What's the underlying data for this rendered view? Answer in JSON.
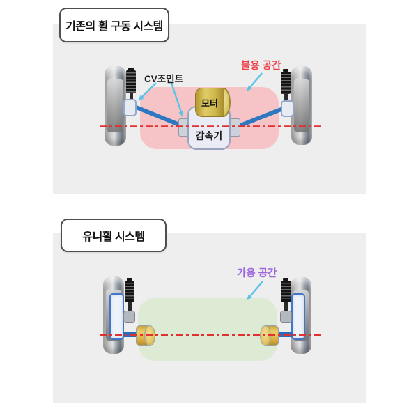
{
  "top_section": {
    "title": "기존의 휠 구동 시스템",
    "labels": {
      "cv_joint": "CV조인트",
      "motor": "모터",
      "reducer": "감속기",
      "dead_space": "불용 공간"
    },
    "colors": {
      "panel_bg": "#efeeee",
      "dead_space_fill": "#f6c3c6",
      "dead_space_text": "#ee3f49",
      "axle_line_red": "#e03030",
      "drive_shaft_blue": "#2e78c2",
      "arrow_cyan": "#59c4e6",
      "motor_gold": "#cdb84d"
    }
  },
  "bottom_section": {
    "title": "유니휠 시스템",
    "labels": {
      "available_space": "가용 공간"
    },
    "colors": {
      "panel_bg": "#efeeee",
      "available_space_fill": "#deebd4",
      "available_space_text": "#9d66dd",
      "hub_border_blue": "#4575c5",
      "cylinder_gold": "#d9ae3f"
    }
  }
}
